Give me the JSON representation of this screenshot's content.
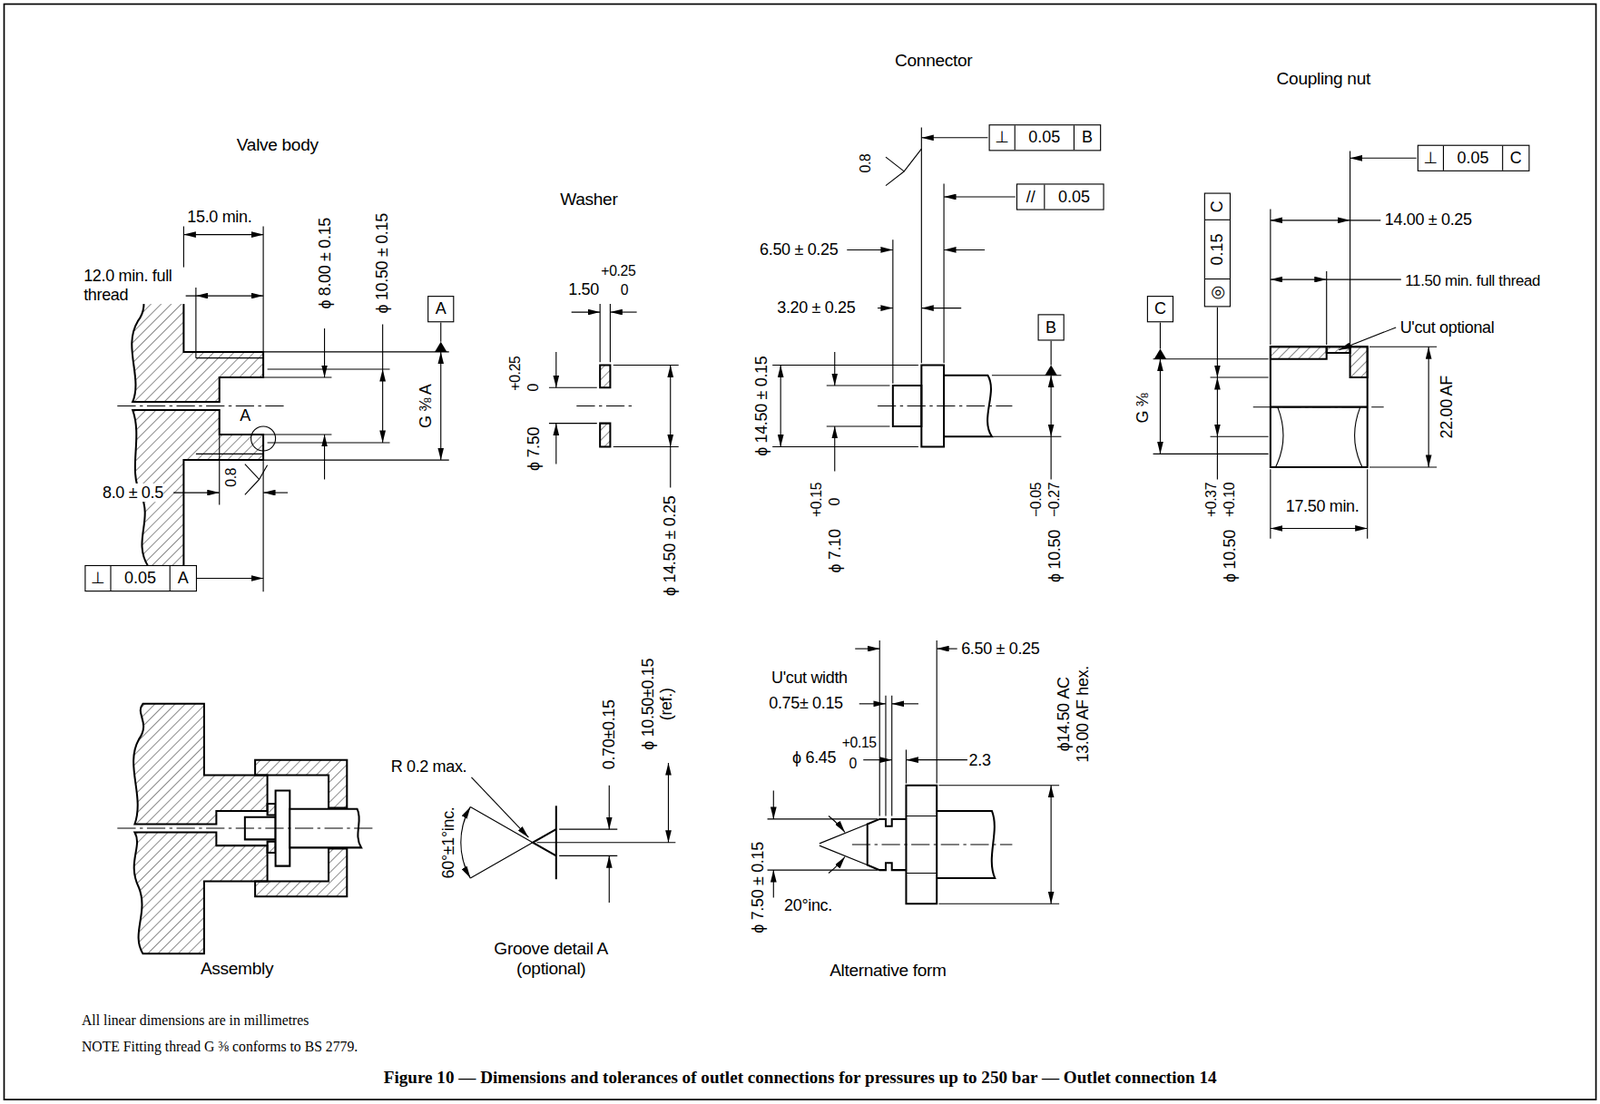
{
  "diagram": {
    "title": "Figure 10 — Dimensions and tolerances of outlet connections for pressures up to 250 bar — Outlet connection 14",
    "nodes": [
      {
        "text": [
          "A"
        ]
      },
      {
        "text": [
          "⊥",
          "0.05",
          "A"
        ]
      },
      {
        "text": [
          "⊥",
          "0.05",
          "B"
        ]
      },
      {
        "text": [
          "//",
          "0.05"
        ]
      },
      {
        "text": [
          "B"
        ]
      },
      {
        "text": [
          "C"
        ]
      },
      {
        "text": [
          "◎",
          "0.15",
          "C"
        ]
      },
      {
        "text": [
          "⊥",
          "0.05",
          "C"
        ]
      }
    ],
    "labels": [
      "Valve body",
      "15.0 min.",
      "12.0 min. full thread",
      "ϕ 8.00 ± 0.15",
      "ϕ 10.50 ± 0.15",
      "G ⅜ A",
      "A",
      "0.8",
      "8.0 ± 0.5",
      "Washer",
      "1.50",
      "+0.25",
      "0",
      "ϕ 7.50",
      "+0.25",
      "0",
      "ϕ 14.50 ± 0.25",
      "Connector",
      "0.8",
      "6.50 ± 0.25",
      "3.20 ± 0.25",
      "ϕ 14.50 ± 0.15",
      "ϕ 7.10",
      "+0.15",
      "0",
      "ϕ 10.50",
      "−0.05",
      "−0.27",
      "Coupling nut",
      "14.00 ± 0.25",
      "11.50 min. full thread",
      "U'cut optional",
      "G ⅜",
      "ϕ 10.50",
      "+0.37",
      "+0.10",
      "22.00 AF",
      "17.50 min.",
      "Assembly",
      "R 0.2 max.",
      "60°±1°inc.",
      "0.70±0.15",
      "ϕ 10.50±0.15 (ref.)",
      "Groove detail A (optional)",
      "Alternative form",
      "U'cut width",
      "0.75± 0.15",
      "6.50 ± 0.25",
      "ϕ 6.45",
      "+0.15",
      "0",
      "2.3",
      "ϕ14.50 AC",
      "13.00 AF hex.",
      "ϕ 7.50 ± 0.15",
      "20°inc.",
      "All linear dimensions are in millimetres",
      "NOTE Fitting thread G ⅜ conforms to BS 2779."
    ]
  }
}
